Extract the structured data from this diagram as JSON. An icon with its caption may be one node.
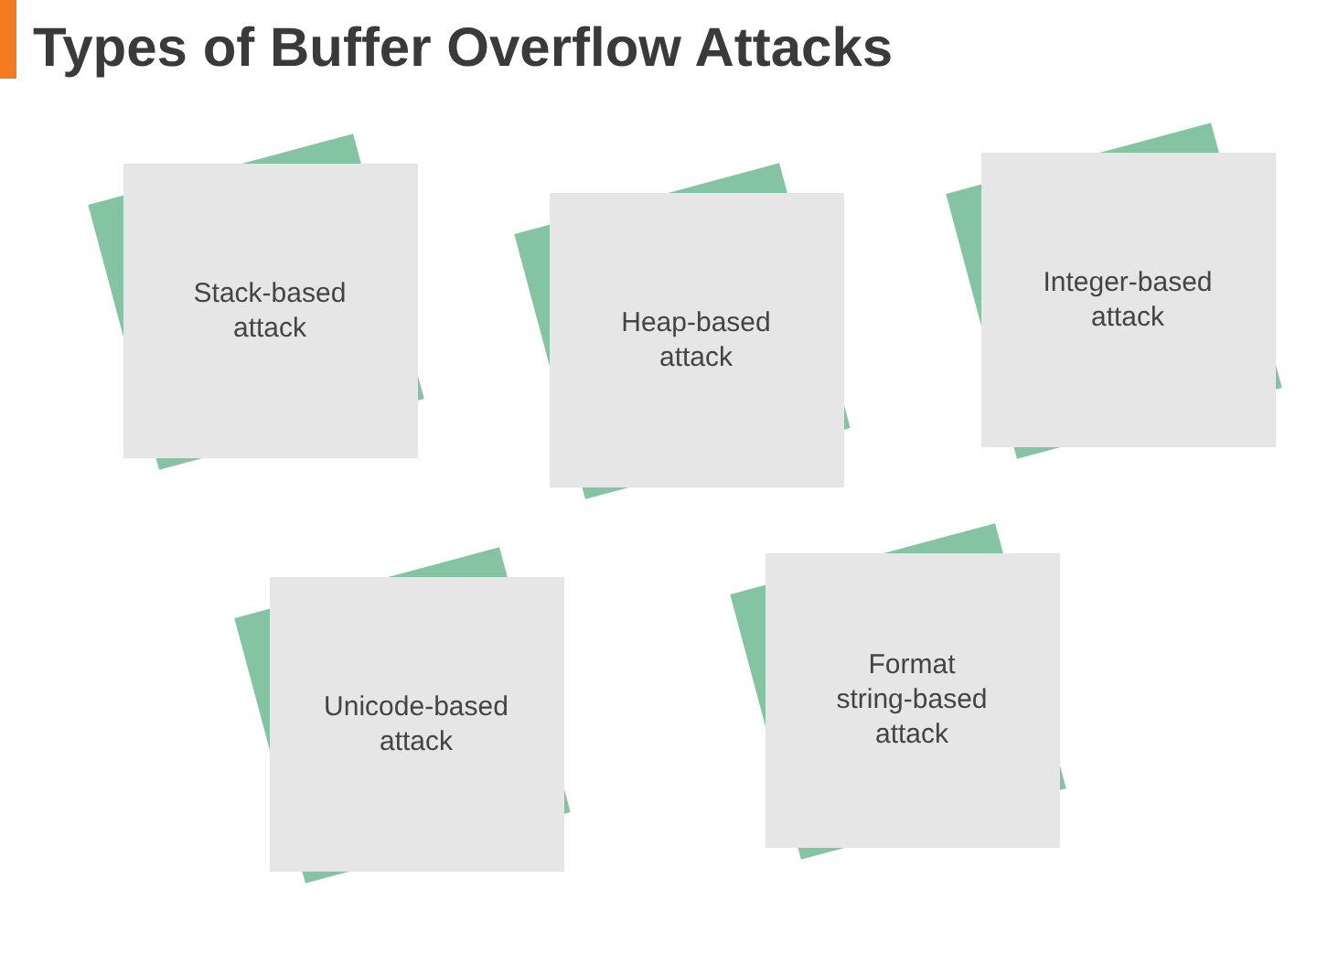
{
  "diagram": {
    "title": "Types of Buffer Overflow Attacks",
    "nodes": [
      {
        "text": [
          "Stack-based attack"
        ]
      },
      {
        "text": [
          "Heap-based attack"
        ]
      },
      {
        "text": [
          "Integer-based attack"
        ]
      },
      {
        "text": [
          "Unicode-based attack"
        ]
      },
      {
        "text": [
          "Format string-based attack"
        ]
      }
    ]
  }
}
